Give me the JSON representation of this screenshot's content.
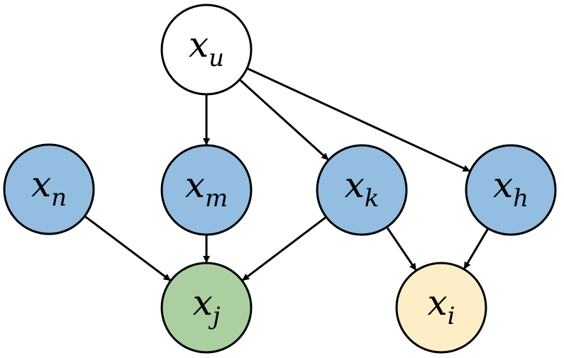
{
  "colors": {
    "root": "#ffffff",
    "parent": "#94bde2",
    "target_j": "#abcfa0",
    "target_i": "#fdeec7",
    "stroke": "#000000"
  },
  "nodes": [
    {
      "id": "u",
      "base": "x",
      "sub": "u",
      "role": "root"
    },
    {
      "id": "n",
      "base": "x",
      "sub": "n",
      "role": "parent"
    },
    {
      "id": "m",
      "base": "x",
      "sub": "m",
      "role": "parent"
    },
    {
      "id": "k",
      "base": "x",
      "sub": "k",
      "role": "parent"
    },
    {
      "id": "h",
      "base": "x",
      "sub": "h",
      "role": "parent"
    },
    {
      "id": "j",
      "base": "x",
      "sub": "j",
      "role": "target_j"
    },
    {
      "id": "i",
      "base": "x",
      "sub": "i",
      "role": "target_i"
    }
  ],
  "edges": [
    {
      "from": "u",
      "to": "m"
    },
    {
      "from": "u",
      "to": "k"
    },
    {
      "from": "u",
      "to": "h"
    },
    {
      "from": "n",
      "to": "j"
    },
    {
      "from": "m",
      "to": "j"
    },
    {
      "from": "k",
      "to": "j"
    },
    {
      "from": "k",
      "to": "i"
    },
    {
      "from": "h",
      "to": "i"
    }
  ]
}
